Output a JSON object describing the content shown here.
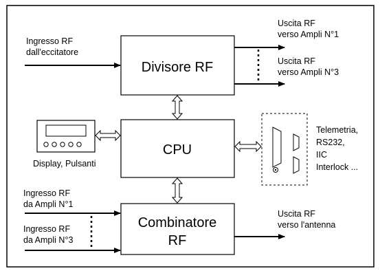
{
  "blocks": {
    "divisore": "Divisore RF",
    "cpu": "CPU",
    "combinatore_line1": "Combinatore",
    "combinatore_line2": "RF"
  },
  "inputs": {
    "rf_in_line1": "Ingresso RF",
    "rf_in_line2": "dall'eccitatore",
    "ampli1_line1": "Ingresso RF",
    "ampli1_line2": "da Ampli N°1",
    "ampli3_line1": "Ingresso RF",
    "ampli3_line2": "da Ampli N°3"
  },
  "outputs": {
    "out1_line1": "Uscita RF",
    "out1_line2": "verso Ampli N°1",
    "out3_line1": "Uscita RF",
    "out3_line2": "verso Ampli N°3",
    "antenna_line1": "Uscita RF",
    "antenna_line2": "verso l'antenna"
  },
  "peripherals": {
    "display_label": "Display, Pulsanti",
    "io_line1": "Telemetria,",
    "io_line2": "RS232,",
    "io_line3": "IIC",
    "io_line4": "Interlock ..."
  }
}
